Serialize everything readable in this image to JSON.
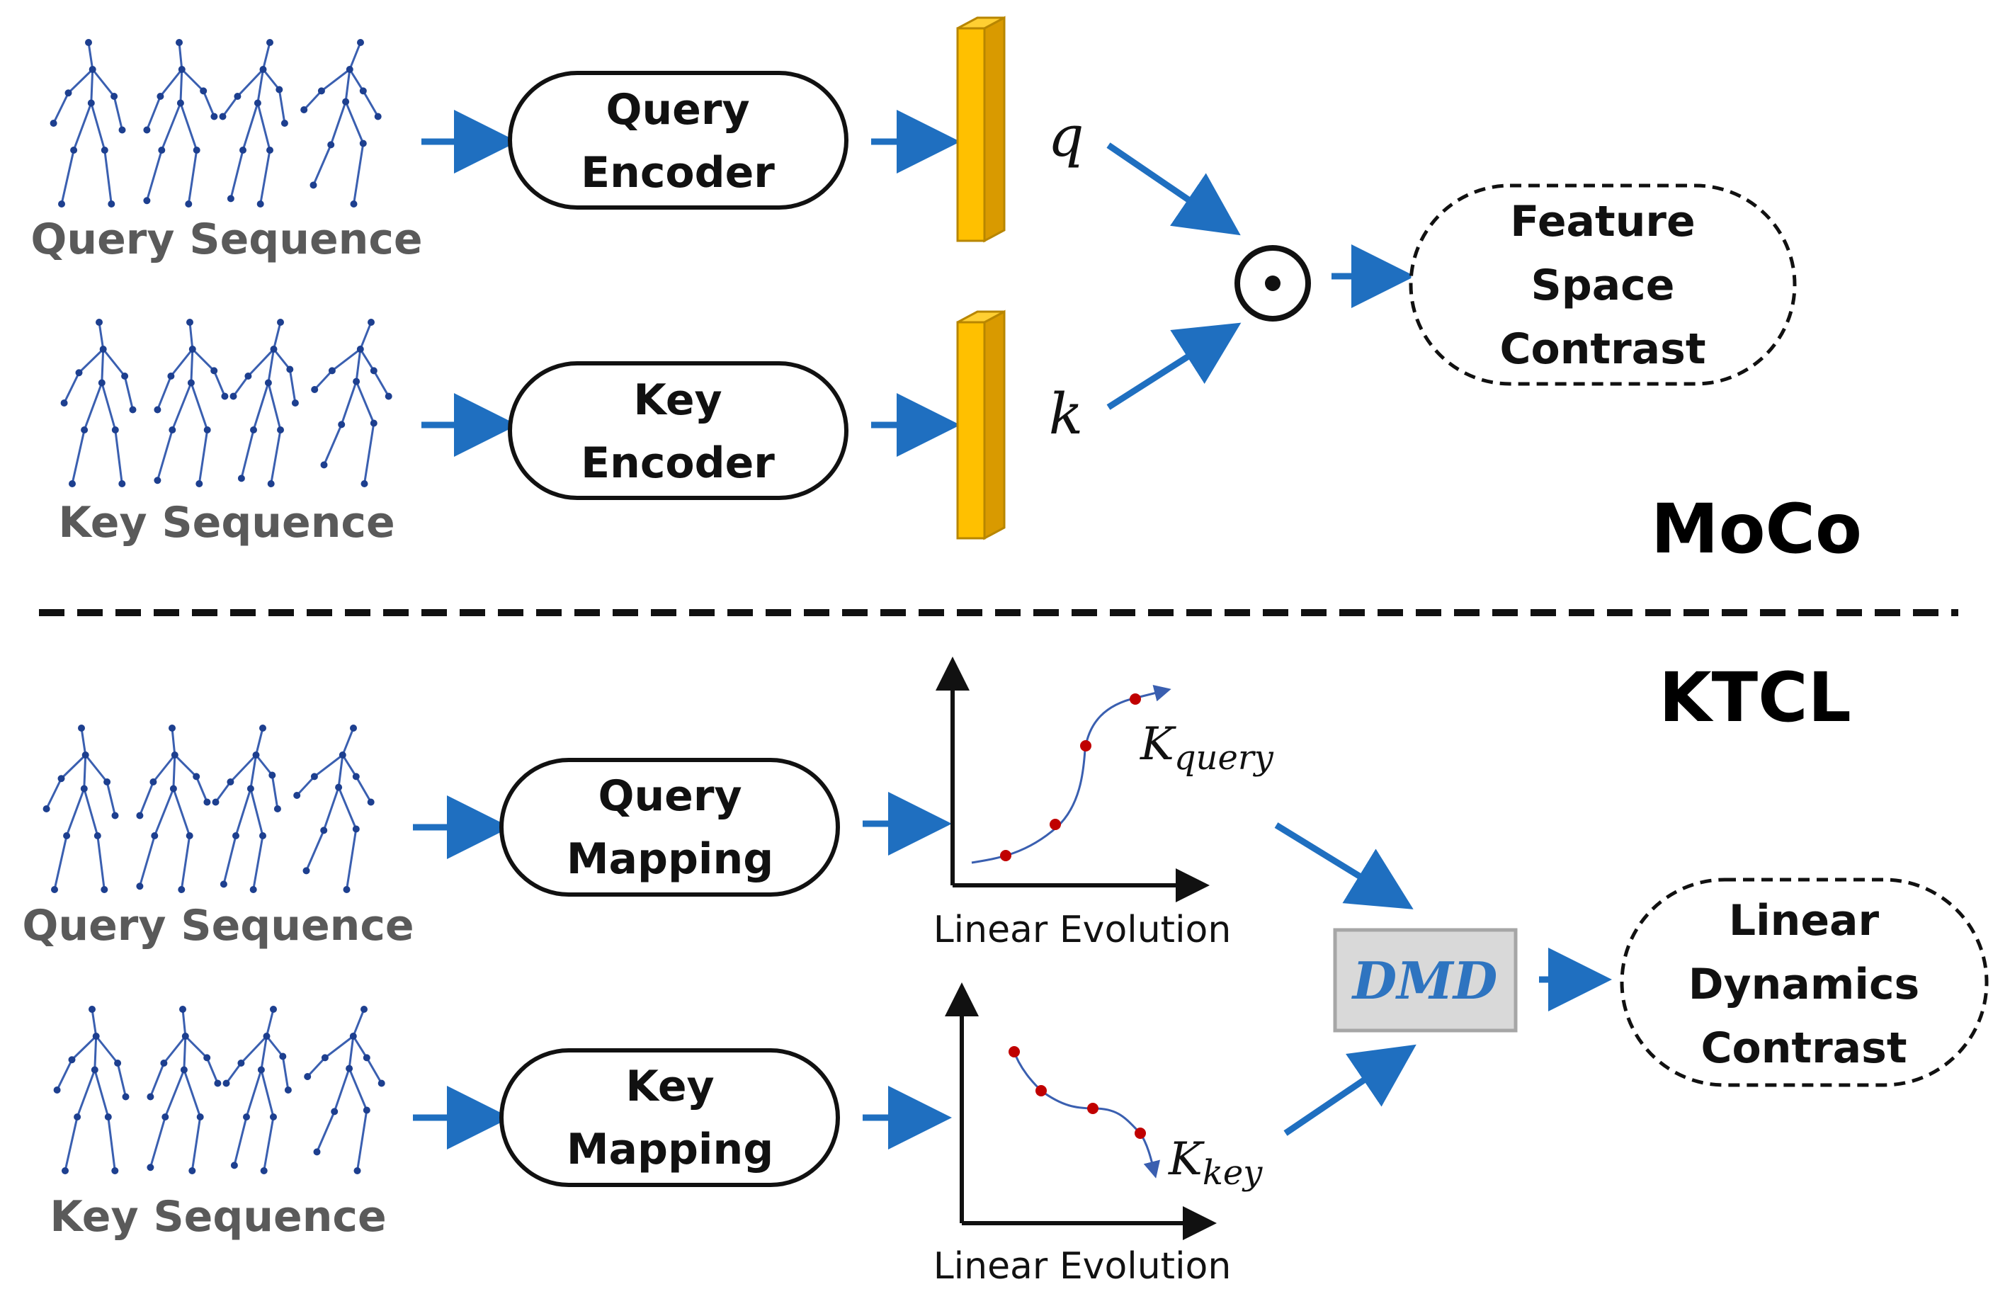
{
  "moco": {
    "title": "MoCo",
    "query_sequence_label": "Query Sequence",
    "key_sequence_label": "Key Sequence",
    "query_encoder": [
      "Query",
      "Encoder"
    ],
    "key_encoder": [
      "Key",
      "Encoder"
    ],
    "q_symbol": "q",
    "k_symbol": "k",
    "operator_symbol": "⊙",
    "result": [
      "Feature",
      "Space",
      "Contrast"
    ]
  },
  "ktcl": {
    "title": "KTCL",
    "query_sequence_label": "Query Sequence",
    "key_sequence_label": "Key Sequence",
    "query_mapping": [
      "Query",
      "Mapping"
    ],
    "key_mapping": [
      "Key",
      "Mapping"
    ],
    "query_evolution_label": "Linear Evolution",
    "key_evolution_label": "Linear Evolution",
    "k_query_base": "K",
    "k_query_sub": "query",
    "k_key_base": "K",
    "k_key_sub": "key",
    "dmd_label": "DMD",
    "result": [
      "Linear",
      "Dynamics",
      "Contrast"
    ]
  },
  "colors": {
    "arrow": "#1f6fc0",
    "skeleton": "#3a5fb0",
    "joint": "#1d3f8f",
    "feature_bar": "#ffc000",
    "curve_point": "#c00000"
  }
}
